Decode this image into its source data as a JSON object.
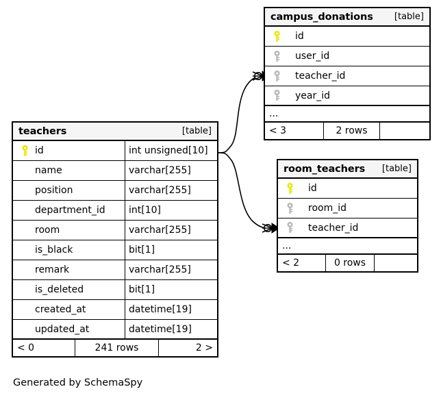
{
  "diagram": {
    "caption": "Generated by SchemaSpy",
    "table_tag": "[table]",
    "ellipsis": "...",
    "colors": {
      "primary_key_icon": "#e8e800",
      "foreign_key_icon": "#b8b8b8",
      "header_background": "#f5f5f5",
      "border": "#000000",
      "background": "#ffffff"
    }
  },
  "tables": [
    {
      "id": "teachers",
      "name": "teachers",
      "tag": "[table]",
      "columns": [
        {
          "key": "primary",
          "name": "id",
          "type": "int unsigned[10]"
        },
        {
          "key": "none",
          "name": "name",
          "type": "varchar[255]"
        },
        {
          "key": "none",
          "name": "position",
          "type": "varchar[255]"
        },
        {
          "key": "none",
          "name": "department_id",
          "type": "int[10]"
        },
        {
          "key": "none",
          "name": "room",
          "type": "varchar[255]"
        },
        {
          "key": "none",
          "name": "is_black",
          "type": "bit[1]"
        },
        {
          "key": "none",
          "name": "remark",
          "type": "varchar[255]"
        },
        {
          "key": "none",
          "name": "is_deleted",
          "type": "bit[1]"
        },
        {
          "key": "none",
          "name": "created_at",
          "type": "datetime[19]"
        },
        {
          "key": "none",
          "name": "updated_at",
          "type": "datetime[19]"
        }
      ],
      "has_ellipsis": false,
      "footer": {
        "left": "< 0",
        "middle": "241 rows",
        "right": "2 >"
      }
    },
    {
      "id": "campus_donations",
      "name": "campus_donations",
      "tag": "[table]",
      "columns": [
        {
          "key": "primary",
          "name": "id",
          "type": ""
        },
        {
          "key": "foreign",
          "name": "user_id",
          "type": ""
        },
        {
          "key": "foreign",
          "name": "teacher_id",
          "type": ""
        },
        {
          "key": "foreign",
          "name": "year_id",
          "type": ""
        }
      ],
      "has_ellipsis": true,
      "footer": {
        "left": "< 3",
        "middle": "2 rows",
        "right": ""
      }
    },
    {
      "id": "room_teachers",
      "name": "room_teachers",
      "tag": "[table]",
      "columns": [
        {
          "key": "primary",
          "name": "id",
          "type": ""
        },
        {
          "key": "foreign",
          "name": "room_id",
          "type": ""
        },
        {
          "key": "foreign",
          "name": "teacher_id",
          "type": ""
        }
      ],
      "has_ellipsis": true,
      "footer": {
        "left": "< 2",
        "middle": "0 rows",
        "right": ""
      }
    }
  ],
  "relationships": [
    {
      "from_table": "teachers",
      "from_column": "id",
      "to_table": "campus_donations",
      "to_column": "teacher_id"
    },
    {
      "from_table": "teachers",
      "from_column": "id",
      "to_table": "room_teachers",
      "to_column": "teacher_id"
    }
  ]
}
